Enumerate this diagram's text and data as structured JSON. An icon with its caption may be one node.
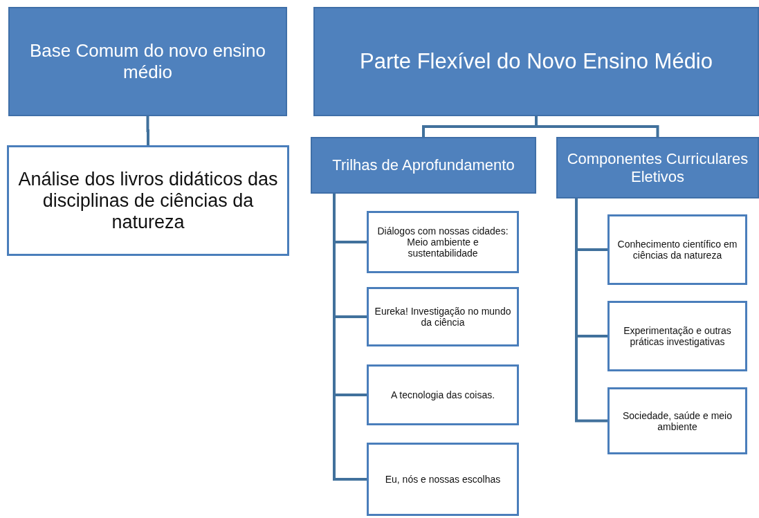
{
  "diagram": {
    "nodes": [
      {
        "text": [
          "Base Comum do novo ensino médio"
        ]
      },
      {
        "text": [
          "Análise dos livros didáticos das disciplinas de ciências da natureza"
        ]
      },
      {
        "text": [
          "Parte Flexível do Novo Ensino Médio"
        ]
      },
      {
        "text": [
          "Trilhas de Aprofundamento"
        ]
      },
      {
        "text": [
          "Componentes Curriculares Eletivos"
        ]
      },
      {
        "text": [
          "Diálogos com nossas cidades: Meio ambiente e sustentabilidade"
        ]
      },
      {
        "text": [
          "Eureka! Investigação no mundo da ciência"
        ]
      },
      {
        "text": [
          "A tecnologia das coisas."
        ]
      },
      {
        "text": [
          "Eu, nós e nossas escolhas"
        ]
      },
      {
        "text": [
          "Conhecimento científico em ciências da natureza"
        ]
      },
      {
        "text": [
          "Experimentação e outras práticas investigativas"
        ]
      },
      {
        "text": [
          "Sociedade, saúde e meio ambiente"
        ]
      }
    ],
    "edges": [
      {
        "from": 0,
        "to": 1,
        "arrow": "none"
      },
      {
        "from": 2,
        "to": 3,
        "arrow": "none"
      },
      {
        "from": 2,
        "to": 4,
        "arrow": "none"
      },
      {
        "from": 3,
        "to": 5,
        "arrow": "none"
      },
      {
        "from": 3,
        "to": 6,
        "arrow": "none"
      },
      {
        "from": 3,
        "to": 7,
        "arrow": "none"
      },
      {
        "from": 3,
        "to": 8,
        "arrow": "none"
      },
      {
        "from": 4,
        "to": 9,
        "arrow": "none"
      },
      {
        "from": 4,
        "to": 10,
        "arrow": "none"
      },
      {
        "from": 4,
        "to": 11,
        "arrow": "none"
      }
    ]
  }
}
